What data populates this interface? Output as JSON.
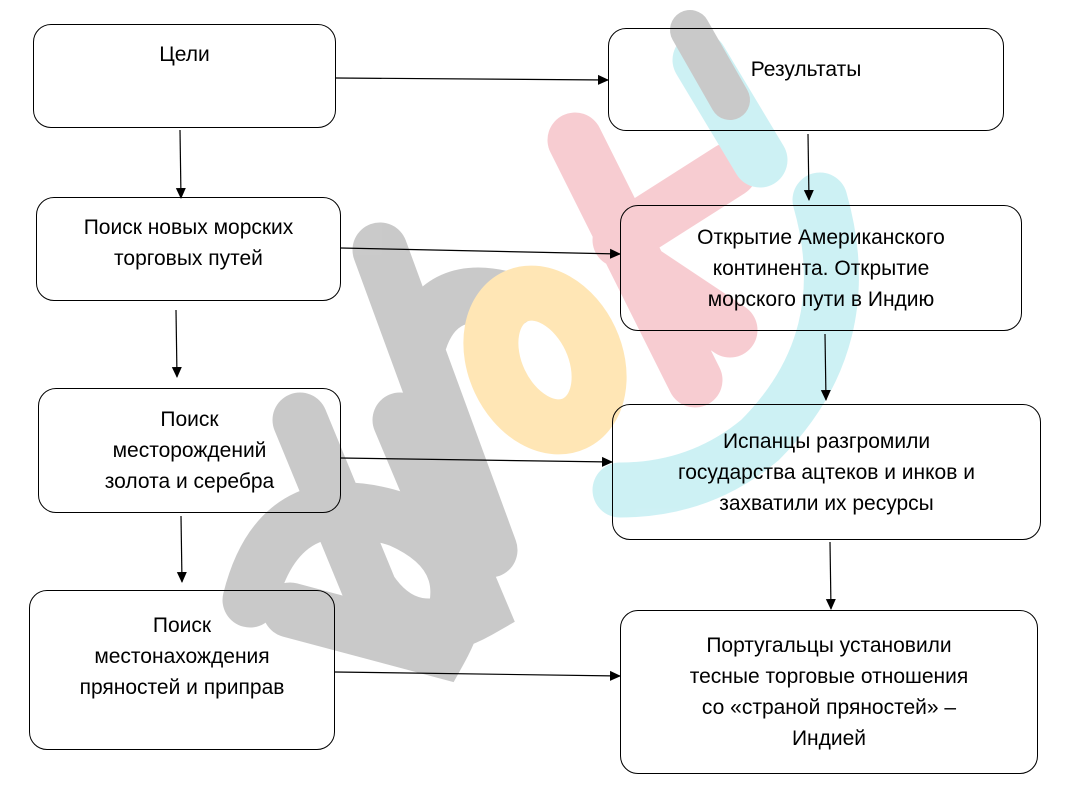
{
  "watermark": {
    "text": "euroki",
    "colors": [
      "#9e9e9e",
      "#9e9e9e",
      "#9e9e9e",
      "#ffd27a",
      "#f2a3ad",
      "#f2a3ad",
      "#a6e6ec"
    ]
  },
  "diagram": {
    "goals": {
      "header": "Цели",
      "items": [
        "Поиск новых морских\nторговых путей",
        "Поиск\nместорождений\nзолота и серебра",
        "Поиск\nместонахождения\nпряностей и приправ"
      ]
    },
    "results": {
      "header": "Результаты",
      "items": [
        "Открытие Американского\nконтинента. Открытие\nморского пути в Индию",
        "Испанцы разгромили\nгосударства ацтеков и инков и\nзахватили их ресурсы",
        "Португальцы установили\nтесные торговые отношения\nсо «страной пряностей» –\nИндией"
      ]
    }
  },
  "colors": {
    "border": "#000000",
    "text": "#000000",
    "arrow": "#000000"
  }
}
